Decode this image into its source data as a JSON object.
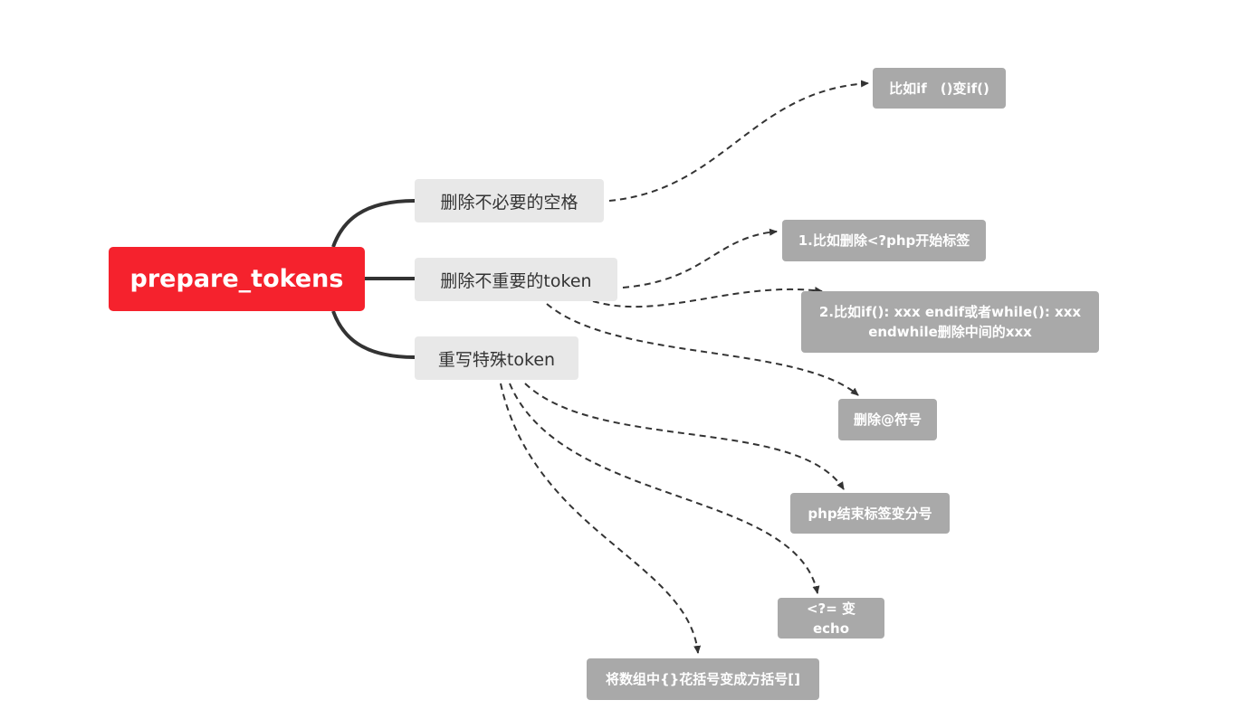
{
  "root": {
    "label": "prepare_tokens"
  },
  "branches": [
    {
      "label": "删除不必要的空格"
    },
    {
      "label": "删除不重要的token"
    },
    {
      "label": "重写特殊token"
    }
  ],
  "leaves": [
    {
      "label": "比如if　()变if()"
    },
    {
      "label": "1.比如删除<?php开始标签"
    },
    {
      "label": "2.比如if(): xxx endif或者while(): xxx endwhile删除中间的xxx"
    },
    {
      "label": "删除@符号"
    },
    {
      "label": "php结束标签变分号"
    },
    {
      "label": "<?= 变echo"
    },
    {
      "label": "将数组中{}花括号变成方括号[]"
    }
  ],
  "colors": {
    "root_fill": "#f5222d",
    "branch_fill": "#e8e8e8",
    "leaf_fill": "#a9a9a9",
    "connector": "#333333"
  }
}
